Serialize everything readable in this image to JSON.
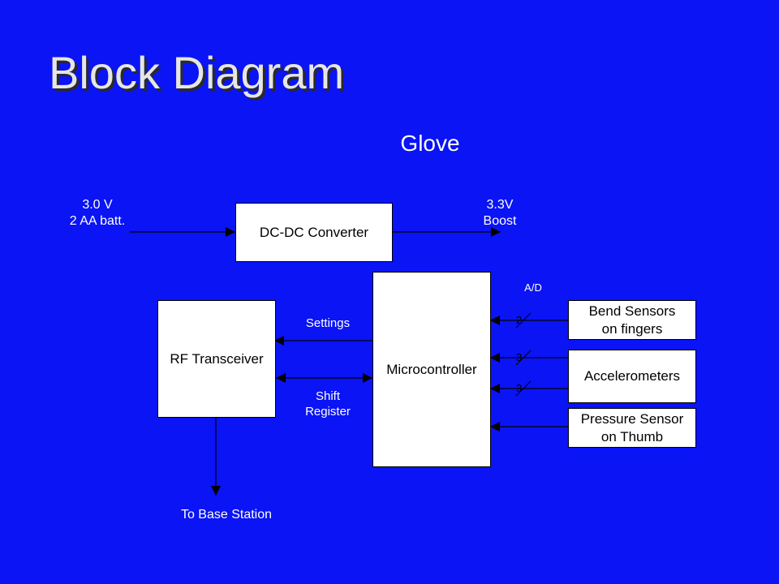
{
  "slide": {
    "title": "Block Diagram",
    "subtitle": "Glove"
  },
  "blocks": {
    "dcdc": "DC-DC Converter",
    "microcontroller": "Microcontroller",
    "rf": "RF Transceiver",
    "bend": "Bend Sensors\non fingers",
    "accel": "Accelerometers",
    "pressure": "Pressure Sensor\non Thumb"
  },
  "labels": {
    "input_power": "3.0 V\n2 AA batt.",
    "output_power": "3.3V\nBoost",
    "ad": "A/D",
    "settings": "Settings",
    "shift_register": "Shift\nRegister",
    "base_station": "To Base Station"
  },
  "bus_widths": {
    "bend": "2",
    "accel_1": "3",
    "accel_2": "3"
  },
  "colors": {
    "background": "#0A14F5",
    "title": "#E6E6E6",
    "block_fill": "#FFFFFF",
    "line": "#000000"
  }
}
